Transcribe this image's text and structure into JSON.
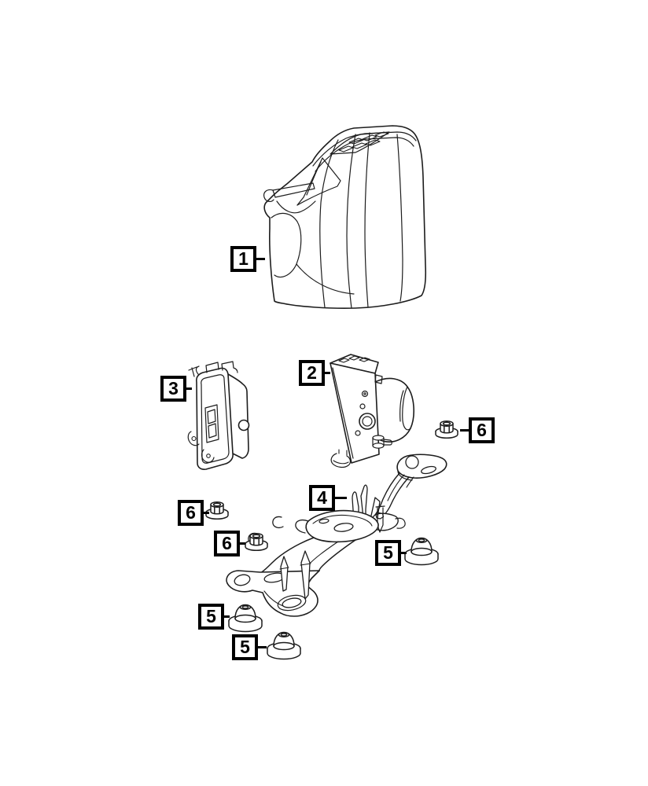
{
  "colors": {
    "background": "#ffffff",
    "line": "#1d1d1d",
    "callout_border": "#000000",
    "callout_text": "#000000"
  },
  "callouts": [
    {
      "label": "1"
    },
    {
      "label": "2"
    },
    {
      "label": "3"
    },
    {
      "label": "4"
    },
    {
      "label": "5"
    },
    {
      "label": "5"
    },
    {
      "label": "5"
    },
    {
      "label": "6"
    },
    {
      "label": "6"
    },
    {
      "label": "6"
    }
  ]
}
